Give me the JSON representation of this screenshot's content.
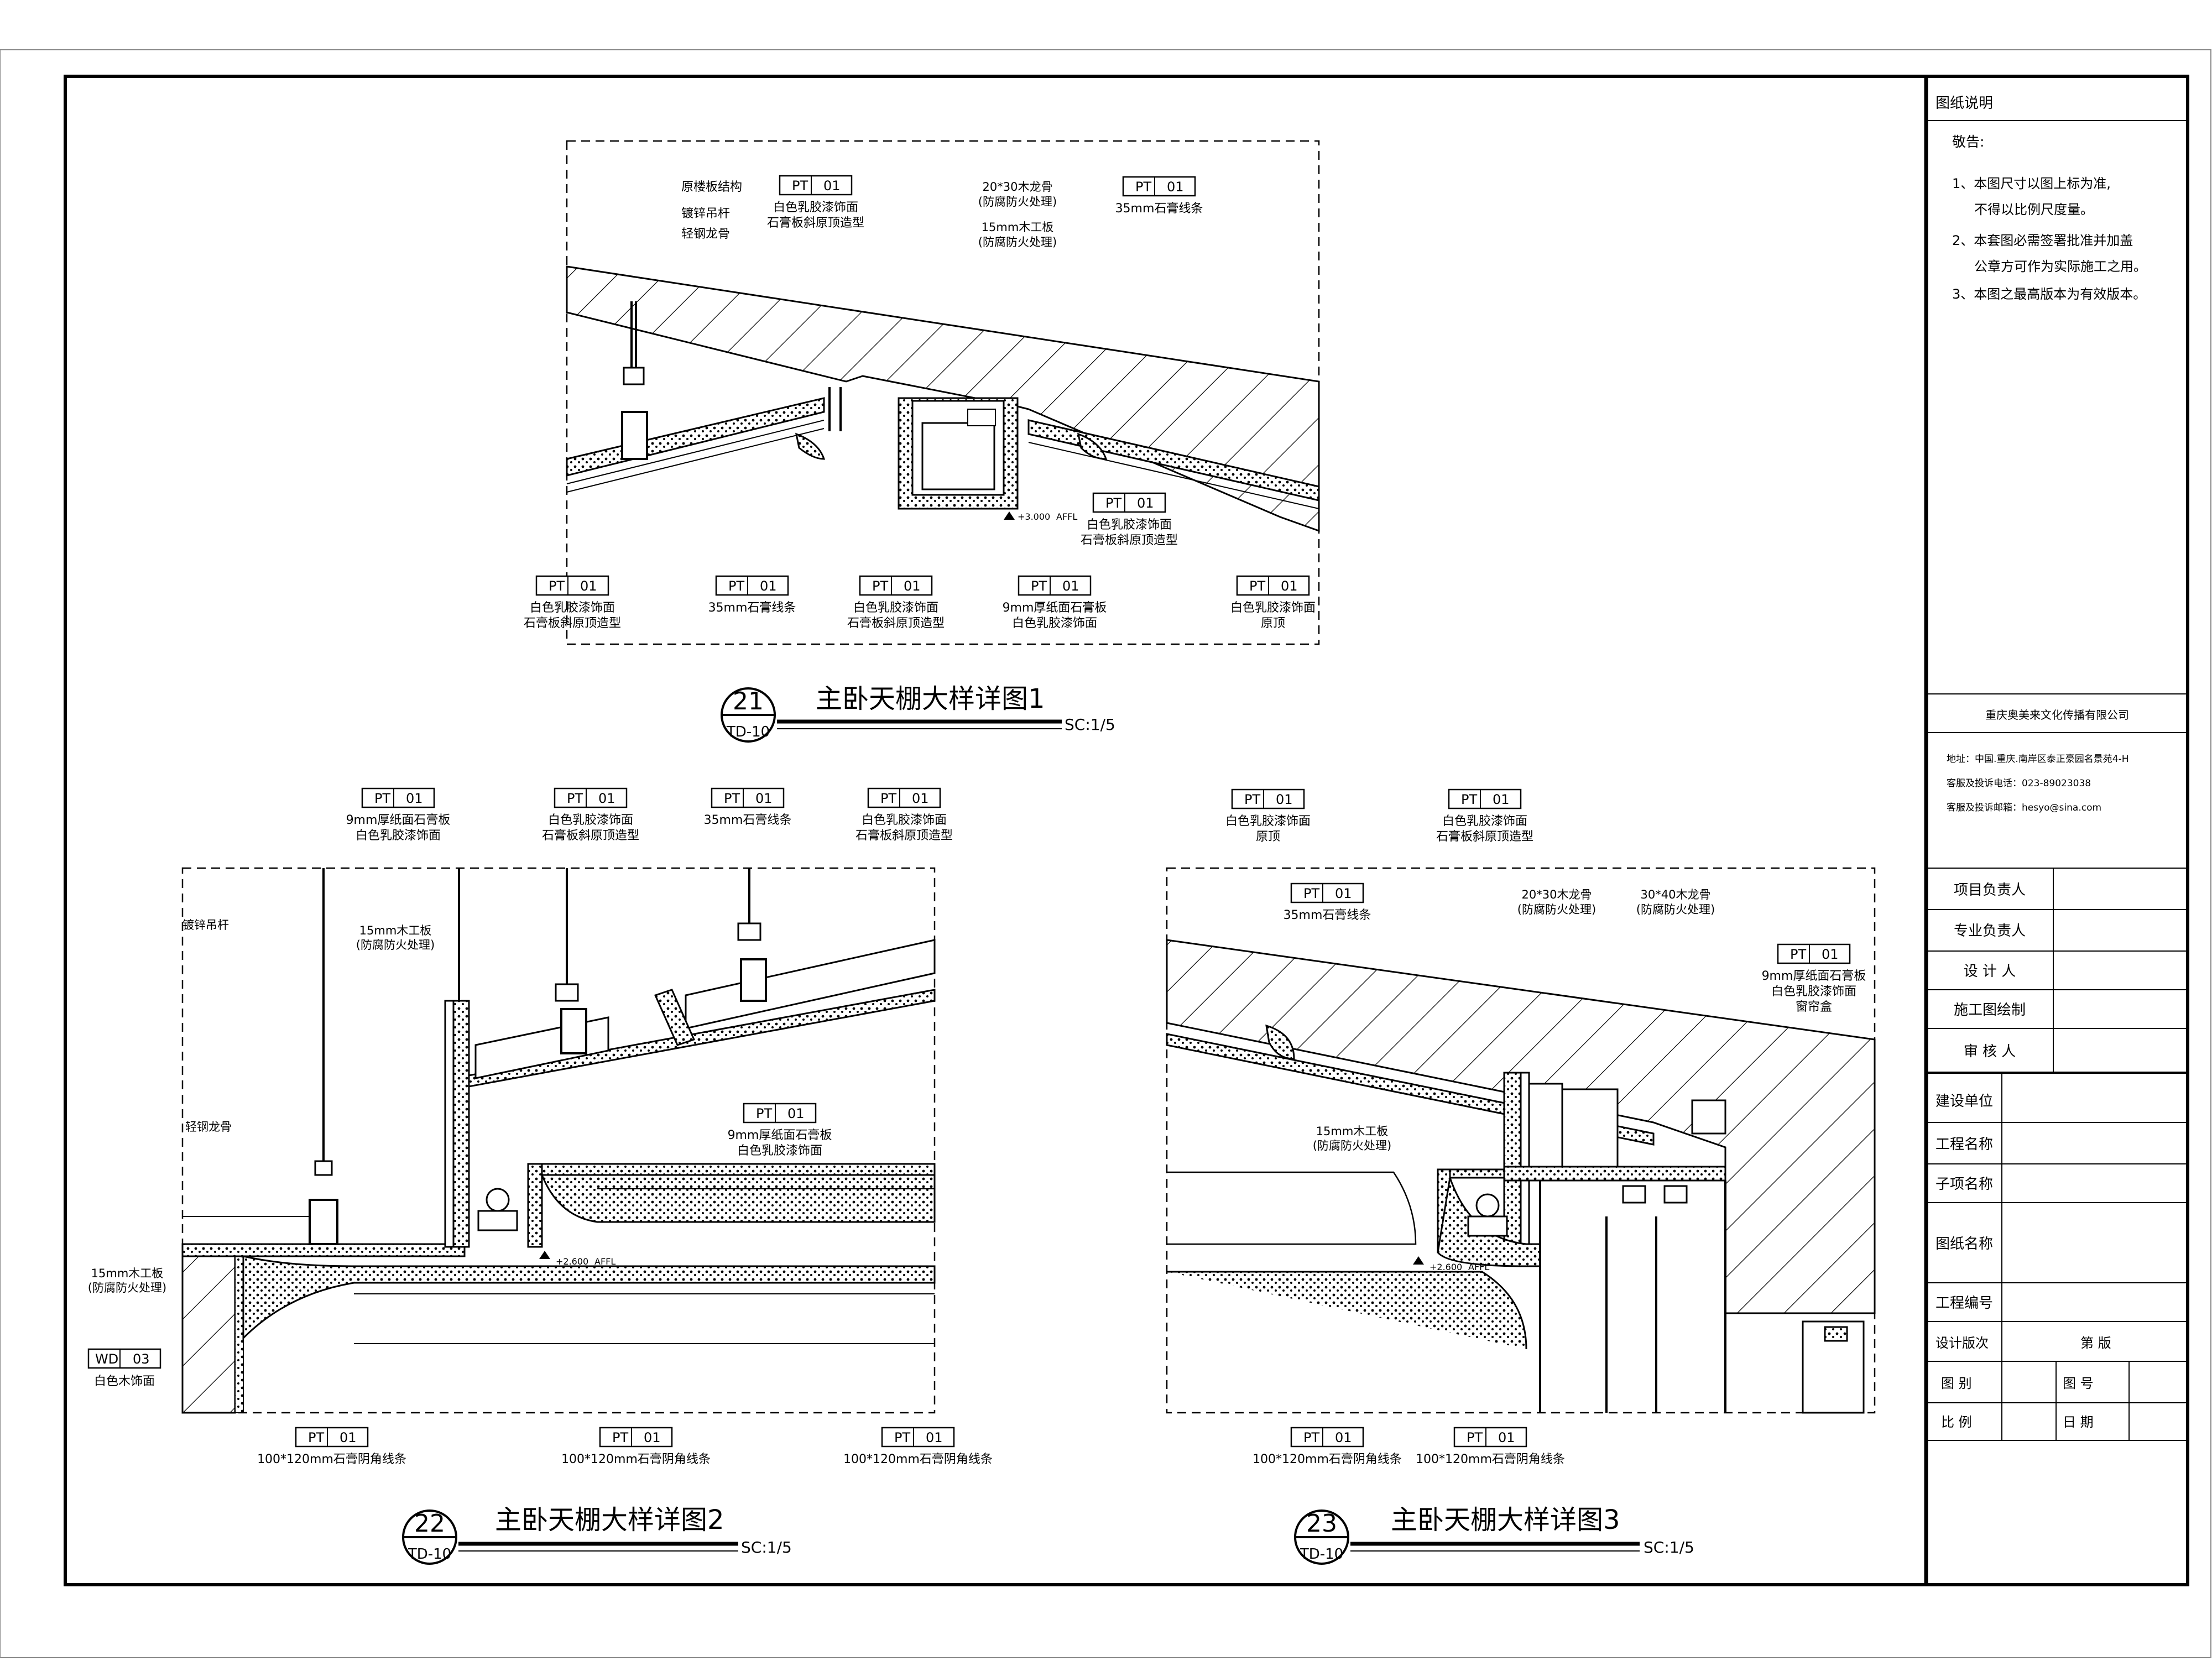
{
  "title_block": {
    "heading": "图纸说明",
    "notice_title": "敬告:",
    "notes": [
      "1、本图尺寸以图上标为准,",
      "不得以比例尺度量。",
      "2、本套图必需签署批准并加盖",
      "公章方可作为实际施工之用。",
      "3、本图之最高版本为有效版本。"
    ],
    "company": "重庆奥美来文化传播有限公司",
    "address": "地址：中国.重庆.南岸区泰正豪园名景苑4-H",
    "phone": "客服及投诉电话：023-89023038",
    "email": "客服及投诉邮箱：hesyo@sina.com",
    "roles": [
      "项目负责人",
      "专业负责人",
      "设 计 人",
      "施工图绘制",
      "审 核 人"
    ],
    "fields": [
      "建设单位",
      "工程名称",
      "子项名称",
      "图纸名称",
      "工程编号"
    ],
    "version_label": "设计版次",
    "version_value": "第    版",
    "category_label": "图 别",
    "number_label": "图 号",
    "scale_label": "比 例",
    "date_label": "日 期"
  },
  "details": [
    {
      "number": "21",
      "ref": "TD-10",
      "title": "主卧天棚大样详图1",
      "scale": "SC:1/5"
    },
    {
      "number": "22",
      "ref": "TD-10",
      "title": "主卧天棚大样详图2",
      "scale": "SC:1/5"
    },
    {
      "number": "23",
      "ref": "TD-10",
      "title": "主卧天棚大样详图3",
      "scale": "SC:1/5"
    }
  ],
  "material_code": "PT",
  "material_num": "01",
  "wd_code": "WD",
  "wd_num": "03",
  "d1": {
    "struct": [
      "原楼板结构",
      "镀锌吊杆",
      "轻钢龙骨"
    ],
    "top_tags": [
      {
        "l1": "白色乳胶漆饰面",
        "l2": "石膏板斜原顶造型"
      },
      {
        "l1": "35mm石膏线条",
        "l2": ""
      }
    ],
    "mid_note": {
      "l1": "20*30木龙骨",
      "l2": "(防腐防火处理)",
      "l3": "15mm木工板",
      "l4": "(防腐防火处理)"
    },
    "inner_tag": {
      "l1": "白色乳胶漆饰面",
      "l2": "石膏板斜原顶造型"
    },
    "level": "+3.000",
    "affl": "AFFL",
    "bottom_tags": [
      {
        "l1": "白色乳胶漆饰面",
        "l2": "石膏板斜原顶造型"
      },
      {
        "l1": "35mm石膏线条",
        "l2": ""
      },
      {
        "l1": "白色乳胶漆饰面",
        "l2": "石膏板斜原顶造型"
      },
      {
        "l1": "9mm厚纸面石膏板",
        "l2": "白色乳胶漆饰面"
      },
      {
        "l1": "白色乳胶漆饰面",
        "l2": "原顶"
      }
    ]
  },
  "d2": {
    "top_tags": [
      {
        "l1": "9mm厚纸面石膏板",
        "l2": "白色乳胶漆饰面"
      },
      {
        "l1": "白色乳胶漆饰面",
        "l2": "石膏板斜原顶造型"
      },
      {
        "l1": "35mm石膏线条",
        "l2": ""
      },
      {
        "l1": "白色乳胶漆饰面",
        "l2": "石膏板斜原顶造型"
      }
    ],
    "hanger": "镀锌吊杆",
    "keel": "轻钢龙骨",
    "board_note": {
      "l1": "15mm木工板",
      "l2": "(防腐防火处理)"
    },
    "inner_tag": {
      "l1": "9mm厚纸面石膏板",
      "l2": "白色乳胶漆饰面"
    },
    "left_note": {
      "l1": "15mm木工板",
      "l2": "(防腐防火处理)"
    },
    "wd_desc": "白色木饰面",
    "level": "+2.600",
    "affl": "AFFL",
    "bottom_tags": [
      "100*120mm石膏阴角线条",
      "100*120mm石膏阴角线条",
      "100*120mm石膏阴角线条"
    ]
  },
  "d3": {
    "top_tags": [
      {
        "l1": "白色乳胶漆饰面",
        "l2": "原顶"
      },
      {
        "l1": "白色乳胶漆饰面",
        "l2": "石膏板斜原顶造型"
      }
    ],
    "line_tag": "35mm石膏线条",
    "keel1": {
      "l1": "20*30木龙骨",
      "l2": "(防腐防火处理)"
    },
    "keel2": {
      "l1": "30*40木龙骨",
      "l2": "(防腐防火处理)"
    },
    "right_tag": {
      "l1": "9mm厚纸面石膏板",
      "l2": "白色乳胶漆饰面",
      "l3": "窗帘盒"
    },
    "board_note": {
      "l1": "15mm木工板",
      "l2": "(防腐防火处理)"
    },
    "level": "+2.600",
    "affl": "AFFL",
    "bottom_tags": [
      "100*120mm石膏阴角线条",
      "100*120mm石膏阴角线条"
    ]
  }
}
